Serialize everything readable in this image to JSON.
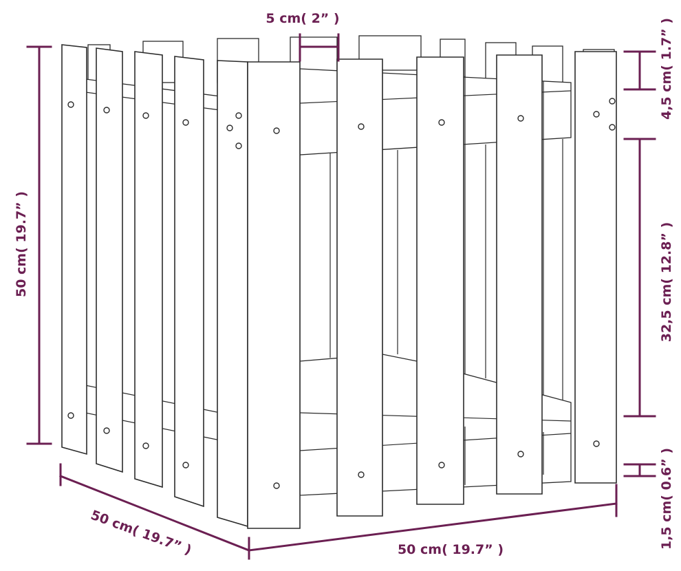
{
  "diagram": {
    "subject": "Fence-style square planter, line drawing",
    "dimensions": {
      "height": "50 cm( 19.7” )",
      "depth": "50 cm( 19.7” )",
      "width": "50 cm( 19.7” )",
      "plank_width": "5 cm( 2”  )",
      "top_overhang": "4,5 cm( 1.7” )",
      "gap_height": "32,5 cm( 12.8” )",
      "bottom_clearance": "1,5 cm( 0.6” )"
    },
    "colors": {
      "dimension": "#6b1f52",
      "outline": "#2b2b2b",
      "background": "#ffffff"
    }
  }
}
